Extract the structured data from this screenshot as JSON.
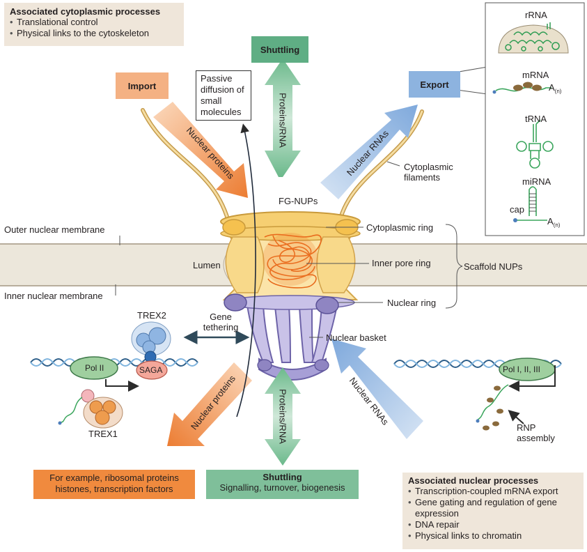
{
  "cytoplasmic_box": {
    "title": "Associated cytoplasmic processes",
    "items": [
      "Translational control",
      "Physical links to the cytoskeleton"
    ]
  },
  "nuclear_box": {
    "title": "Associated nuclear processes",
    "items": [
      "Transcription-coupled mRNA export",
      "Gene gating and regulation of gene expression",
      "DNA repair",
      "Physical links to chromatin"
    ]
  },
  "tags": {
    "import": "Import",
    "shuttling_top": "Shuttling",
    "export": "Export",
    "shuttling_bottom": "Shuttling",
    "shuttling_bottom_sub": "Signalling, turnover, biogenesis",
    "example_line1": "For example, ribosomal proteins",
    "example_line2": "histones, transcription factors"
  },
  "passive": "Passive diffusion of small molecules",
  "arrows": {
    "nuclear_proteins_top": "Nuclear proteins",
    "proteins_rna_top": "Proteins/RNA",
    "nuclear_rnas_top": "Nuclear RNAs",
    "nuclear_proteins_bottom": "Nuclear proteins",
    "proteins_rna_bottom": "Proteins/RNA",
    "nuclear_rnas_bottom": "Nuclear RNAs"
  },
  "labels": {
    "cytoplasmic_filaments": "Cytoplasmic filaments",
    "fg_nups": "FG-NUPs",
    "cytoplasmic_ring": "Cytoplasmic ring",
    "outer_membrane": "Outer nuclear membrane",
    "lumen": "Lumen",
    "inner_pore_ring": "Inner pore ring",
    "scaffold_nups": "Scaffold NUPs",
    "inner_membrane": "Inner nuclear membrane",
    "nuclear_ring": "Nuclear ring",
    "gene_tethering": "Gene tethering",
    "nuclear_basket": "Nuclear basket",
    "trex2": "TREX2",
    "saga": "SAGA",
    "pol2": "Pol II",
    "trex1": "TREX1",
    "pol123": "Pol I, II, III",
    "rnp_assembly": "RNP assembly"
  },
  "rna_panel": {
    "rrna": "rRNA",
    "mrna": "mRNA",
    "trna": "tRNA",
    "mirna": "miRNA",
    "cap": "cap",
    "poly_a": "A",
    "poly_a_sub": "(n)"
  },
  "colors": {
    "import_orange": "#e8853a",
    "import_tag": "#f4b183",
    "shuttle_green": "#7fbf9a",
    "shuttle_tag": "#5fae84",
    "export_blue": "#8db3df",
    "membrane": "#ece7db",
    "pore_yellow": "#f5c96e",
    "fg_orange": "#f07a2a",
    "basket_purple": "#8f85c2",
    "rna_green": "#3aa55c",
    "tan_box": "#efe6da"
  }
}
